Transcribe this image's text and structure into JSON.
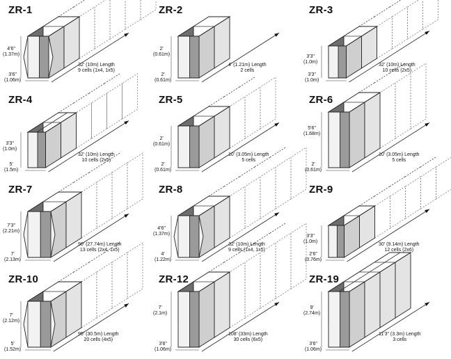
{
  "units": [
    {
      "model": "ZR-1",
      "height": [
        "4'6\"",
        "(1.37m)"
      ],
      "width": [
        "3'6\"",
        "(1.06m)"
      ],
      "length": "32' (10m) Length",
      "cells": "9 cells (1x4, 1x5)",
      "shape": "hex",
      "solid": 2,
      "dashed": 5,
      "size": 1.0
    },
    {
      "model": "ZR-2",
      "height": [
        "2'",
        "(0.61m)"
      ],
      "width": [
        "2'",
        "(0.61m)"
      ],
      "length": "4' (1.21m) Length",
      "cells": "2 cells",
      "shape": "box",
      "solid": 2,
      "dashed": 0,
      "size": 1.0
    },
    {
      "model": "ZR-3",
      "height": [
        "3'3\"",
        "(1.0m)"
      ],
      "width": [
        "3'3\"",
        "(1.0m)"
      ],
      "length": "32' (10m) Length",
      "cells": "10 cells (2x5)",
      "shape": "box",
      "solid": 2,
      "dashed": 4,
      "size": 0.85
    },
    {
      "model": "ZR-4",
      "height": [
        "3'3\"",
        "(1.0m)"
      ],
      "width": [
        "5'",
        "(1.5m)"
      ],
      "length": "32' (10m) Length",
      "cells": "10 cells (2x5)",
      "shape": "box2",
      "solid": 2,
      "dashed": 4,
      "size": 0.85
    },
    {
      "model": "ZR-5",
      "height": [
        "2'",
        "(0.61m)"
      ],
      "width": [
        "2'",
        "(0.61m)"
      ],
      "length": "10' (3.05m) Length",
      "cells": "5 cells",
      "shape": "box",
      "solid": 2,
      "dashed": 3,
      "size": 1.0
    },
    {
      "model": "ZR-6",
      "height": [
        "5'6\"",
        "(1.68m)"
      ],
      "width": [
        "2'",
        "(0.61m)"
      ],
      "length": "10' (3.05m) Length",
      "cells": "5 cells",
      "shape": "tall",
      "solid": 2,
      "dashed": 3,
      "size": 1.0
    },
    {
      "model": "ZR-7",
      "height": [
        "7'3\"",
        "(2.21m)"
      ],
      "width": [
        "7'",
        "(2.13m)"
      ],
      "length": "90' (27.74m) Length",
      "cells": "13 cells (2x4, 1x5)",
      "shape": "hex",
      "solid": 2,
      "dashed": 4,
      "size": 1.1
    },
    {
      "model": "ZR-8",
      "height": [
        "4'6\"",
        "(1.37m)"
      ],
      "width": [
        "4'",
        "(1.22m)"
      ],
      "length": "32' (10m) Length",
      "cells": "9 cells (1x4, 1x5)",
      "shape": "hex",
      "solid": 2,
      "dashed": 5,
      "size": 1.0
    },
    {
      "model": "ZR-9",
      "height": [
        "3'3\"",
        "(1.0m)"
      ],
      "width": [
        "2'6\"",
        "(0.76m)"
      ],
      "length": "30' (9.14m) Length",
      "cells": "12 cells (2x6)",
      "shape": "box",
      "solid": 2,
      "dashed": 5,
      "size": 0.75
    },
    {
      "model": "ZR-10",
      "height": [
        "7'",
        "(2.12m)"
      ],
      "width": [
        "5'",
        "(1.52m)"
      ],
      "length": "95' (30.5m) Length",
      "cells": "20 cells (4x5)",
      "shape": "hex",
      "solid": 2,
      "dashed": 4,
      "size": 1.1
    },
    {
      "model": "ZR-12",
      "height": [
        "7'",
        "(2.1m)"
      ],
      "width": [
        "3'6\"",
        "(1.06m)"
      ],
      "length": "108' (33m) Length",
      "cells": "30 cells (6x5)",
      "shape": "tallbox",
      "solid": 2,
      "dashed": 5,
      "size": 1.0
    },
    {
      "model": "ZR-19",
      "height": [
        "9'",
        "(2.74m)"
      ],
      "width": [
        "3'6\"",
        "(1.06m)"
      ],
      "length": "11'3\" (3.3m) Length",
      "cells": "3 cells",
      "shape": "tall3",
      "solid": 4,
      "dashed": 0,
      "size": 1.0
    }
  ]
}
